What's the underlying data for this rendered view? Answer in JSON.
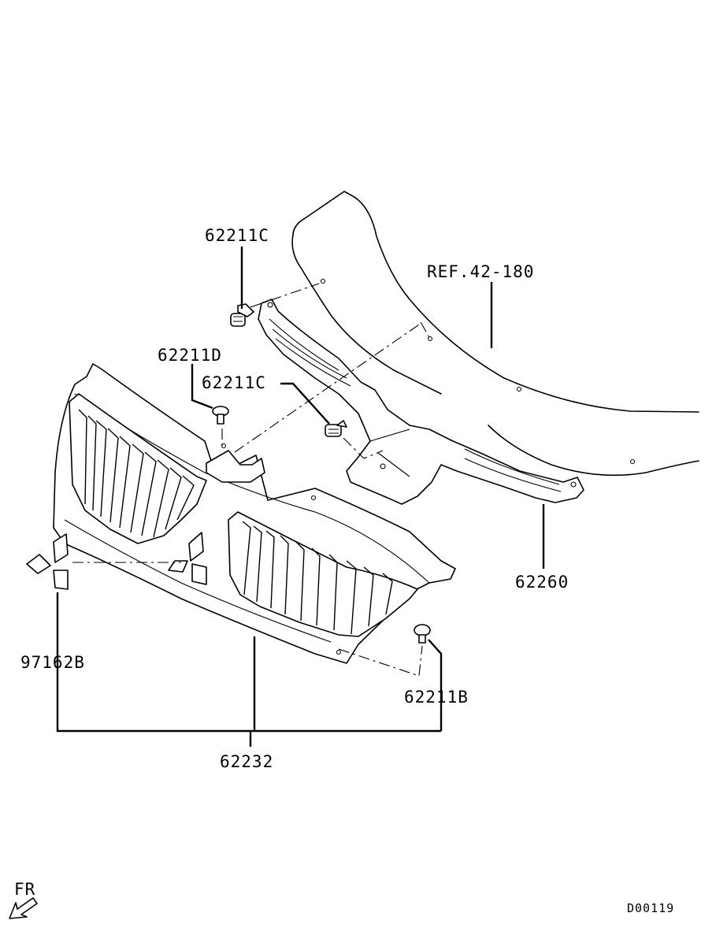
{
  "labels": {
    "grille_bracket_clip_top": "62211C",
    "ref_hood": "REF.42-180",
    "clip_d": "62211D",
    "clip_c_middle": "62211C",
    "grille_bracket": "62260",
    "emblem": "97162B",
    "clip_b": "62211B",
    "radiator_grille": "62232"
  },
  "direction": {
    "label": "FR"
  },
  "diagram_code": "D00119"
}
